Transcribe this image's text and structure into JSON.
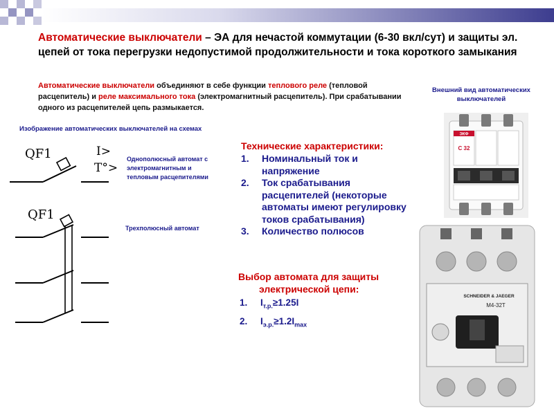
{
  "title": {
    "accent": "Автоматические выключатели",
    "rest": " – ЭА для нечастой коммутации (6-30 вкл/сут) и защиты эл. цепей от тока перегрузки недопустимой продолжительности и тока короткого замыкания"
  },
  "intro": {
    "part1": "Автоматические выключатели",
    "part2": " объединяют в себе функции ",
    "part3": "теплового реле",
    "part4": " (тепловой расцепитель) и ",
    "part5": "реле максимального тока",
    "part6": " (электромагнитный расцепитель). При срабатывании одного из расцепителей цепь размыкается."
  },
  "schemes_caption": "Изображение автоматических выключателей на схемах",
  "photo_caption": "Внешний вид автоматических выключателей",
  "scheme_labels": {
    "qf1_single": "QF1",
    "qf1_three": "QF1",
    "overcurrent": "I>",
    "thermal": "T°>",
    "single_pole": "Однополюсный автомат с электромагнитным и тепловым расцепителями",
    "three_pole": "Трехполюсный автомат"
  },
  "specs": {
    "heading": "Технические характеристики:",
    "items": [
      {
        "num": "1.",
        "text": "Номинальный ток и напряжение"
      },
      {
        "num": "2.",
        "text": "Ток срабатывания расцепителей (некоторые автоматы имеют регулировку токов срабатывания)"
      },
      {
        "num": "3.",
        "text": "Количество полюсов"
      }
    ]
  },
  "choice": {
    "heading_l1": "Выбор автомата для защиты",
    "heading_l2": "электрической цепи:",
    "rows": [
      {
        "num": "1.",
        "base": "I",
        "sub": "т.р.",
        "rel": "≥1.25I",
        "sub2": ""
      },
      {
        "num": "2.",
        "base": "I",
        "sub": "э.р.",
        "rel": "≥1.2I",
        "sub2": "max"
      }
    ]
  },
  "photo1": {
    "brand": "ЭКФ",
    "rating": "C 32",
    "icon": "three-pole-mcb-photo"
  },
  "photo2": {
    "brand": "SCHNEIDER & JAEGER",
    "model": "M4-32T",
    "icon": "motor-protection-breaker-photo"
  },
  "colors": {
    "accent_red": "#cc0000",
    "text_blue": "#1a1a8c"
  }
}
